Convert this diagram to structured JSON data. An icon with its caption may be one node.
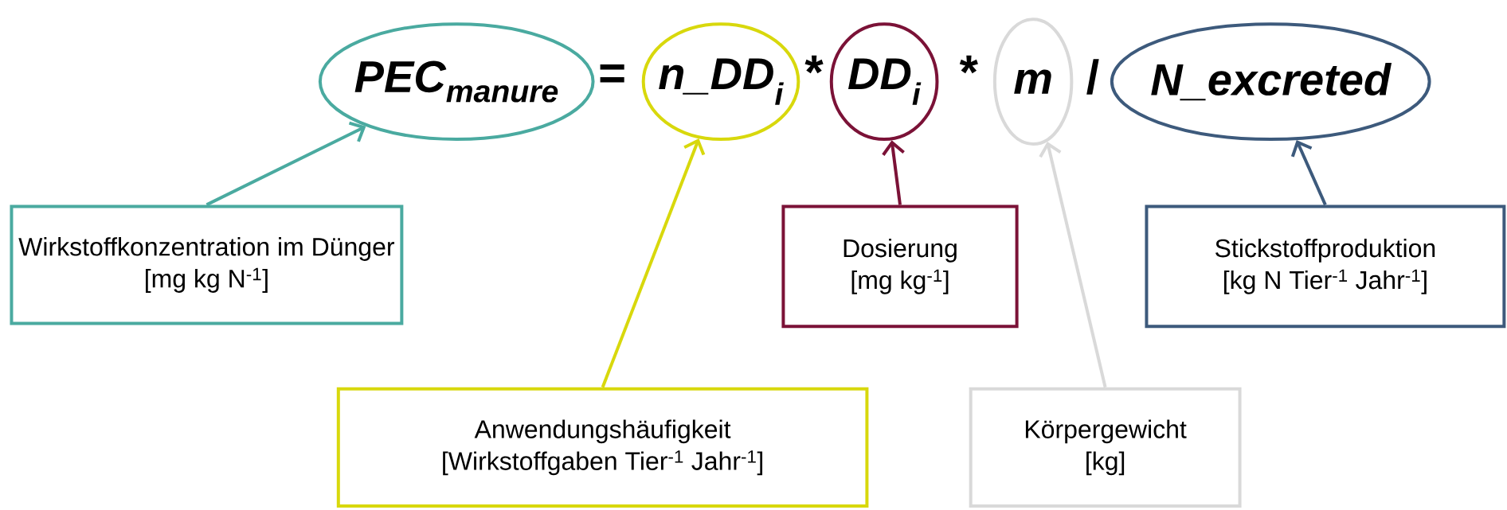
{
  "diagram": {
    "nodes": [
      {
        "text": [
          "PEC$_{manure}$"
        ]
      },
      {
        "text": [
          "n_DD$_{i}$"
        ]
      },
      {
        "text": [
          "DD$_{i}$"
        ]
      },
      {
        "text": [
          "m"
        ]
      },
      {
        "text": [
          "N_excreted"
        ]
      },
      {
        "text": [
          "Wirkstoffkonzentration im Dünger",
          "[mg kg N$^{-1}$]"
        ]
      },
      {
        "text": [
          "Dosierung",
          "[mg kg$^{-1}$]"
        ]
      },
      {
        "text": [
          "Stickstoffproduktion",
          "[kg N Tier$^{-1}$ Jahr$^{-1}$]"
        ]
      },
      {
        "text": [
          "Anwendungshäufigkeit",
          "[Wirkstoffgaben Tier$^{-1}$ Jahr$^{-1}$]"
        ]
      },
      {
        "text": [
          "Körpergewicht",
          "[kg]"
        ]
      }
    ],
    "edges": [
      {
        "from": 5,
        "to": 0,
        "arrow": "to",
        "color": "#4aaaa0"
      },
      {
        "from": 8,
        "to": 1,
        "arrow": "to",
        "color": "#d8d80c"
      },
      {
        "from": 6,
        "to": 2,
        "arrow": "to",
        "color": "#7b1237"
      },
      {
        "from": 9,
        "to": 3,
        "arrow": "to",
        "color": "#d9d9d9"
      },
      {
        "from": 7,
        "to": 4,
        "arrow": "to",
        "color": "#3d5a7c"
      }
    ],
    "labels": [
      "=",
      "*",
      "*",
      "/"
    ]
  }
}
